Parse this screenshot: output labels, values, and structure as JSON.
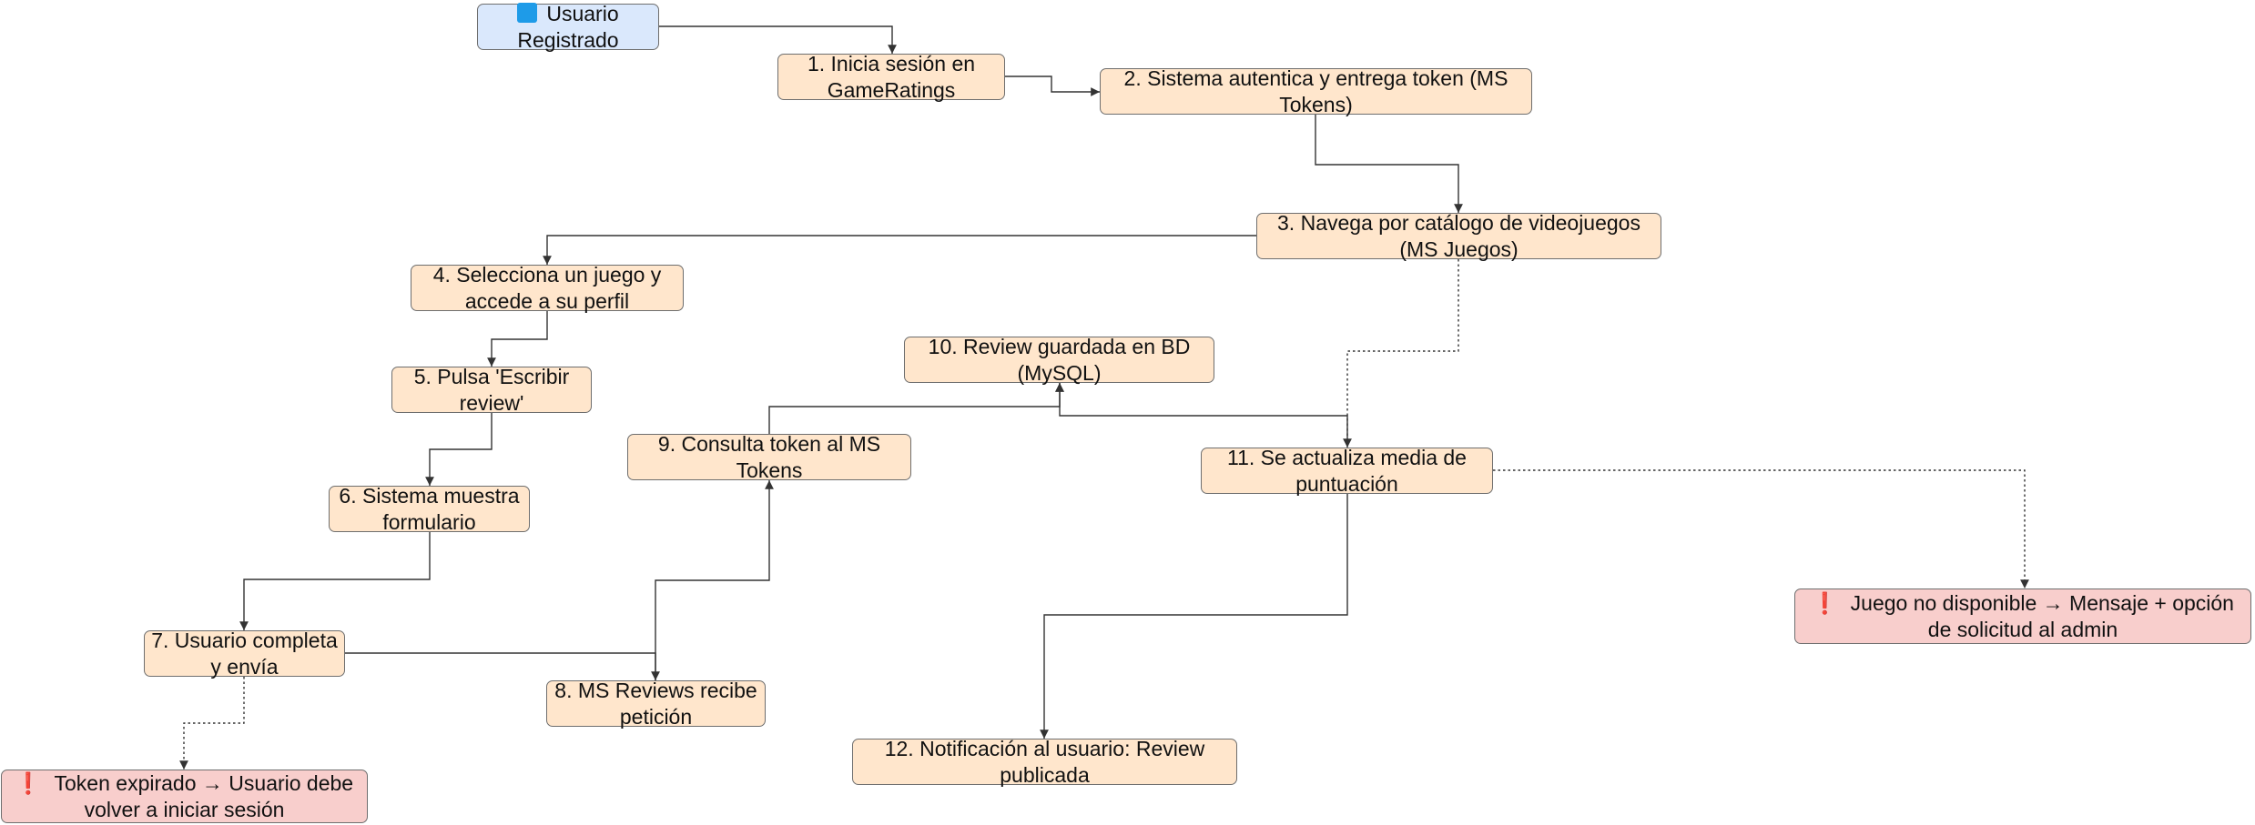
{
  "colors": {
    "step_fill": "#ffe6cc",
    "start_fill": "#dae8fc",
    "error_fill": "#f8cecc",
    "stroke": "#333333",
    "user_icon": "#1e9be8",
    "warning_icon": "#e0242f"
  },
  "nodes": {
    "start": {
      "icon": "blue-square-icon",
      "label": "Usuario Registrado"
    },
    "n1": {
      "label": "1. Inicia sesión en GameRatings"
    },
    "n2": {
      "label": "2. Sistema autentica y entrega token (MS Tokens)"
    },
    "n3": {
      "label": "3. Navega por catálogo de videojuegos (MS Juegos)"
    },
    "n4": {
      "label": "4. Selecciona un juego y accede a su perfil"
    },
    "n5": {
      "label": "5. Pulsa 'Escribir review'"
    },
    "n6": {
      "label": "6. Sistema muestra formulario"
    },
    "n7": {
      "label": "7. Usuario completa y envía"
    },
    "n8": {
      "label": "8. MS Reviews recibe petición"
    },
    "n9": {
      "label": "9. Consulta token al MS Tokens"
    },
    "n10": {
      "label": "10. Review guardada en BD (MySQL)"
    },
    "n11": {
      "label": "11. Se actualiza media de puntuación"
    },
    "n12": {
      "label": "12. Notificación al usuario: Review publicada"
    },
    "err_token": {
      "icon": "exclamation-icon",
      "glyph": "❗",
      "label": "Token expirado → Usuario debe volver a iniciar sesión"
    },
    "err_game": {
      "icon": "exclamation-icon",
      "glyph": "❗",
      "label": "Juego no disponible → Mensaje + opción de solicitud al admin"
    }
  },
  "edges": [
    {
      "from": "start",
      "to": "n1",
      "style": "solid"
    },
    {
      "from": "n1",
      "to": "n2",
      "style": "solid"
    },
    {
      "from": "n2",
      "to": "n3",
      "style": "solid"
    },
    {
      "from": "n3",
      "to": "n4",
      "style": "solid"
    },
    {
      "from": "n3",
      "to": "n11",
      "style": "dotted"
    },
    {
      "from": "n4",
      "to": "n5",
      "style": "solid"
    },
    {
      "from": "n5",
      "to": "n6",
      "style": "solid"
    },
    {
      "from": "n6",
      "to": "n7",
      "style": "solid"
    },
    {
      "from": "n7",
      "to": "n8",
      "style": "solid"
    },
    {
      "from": "n7",
      "to": "err_token",
      "style": "dotted"
    },
    {
      "from": "n8",
      "to": "n9",
      "style": "solid"
    },
    {
      "from": "n9",
      "to": "n10",
      "style": "solid"
    },
    {
      "from": "n11",
      "to": "n10",
      "style": "solid"
    },
    {
      "from": "n11",
      "to": "n12",
      "style": "solid"
    },
    {
      "from": "n11",
      "to": "err_game",
      "style": "dotted"
    }
  ]
}
